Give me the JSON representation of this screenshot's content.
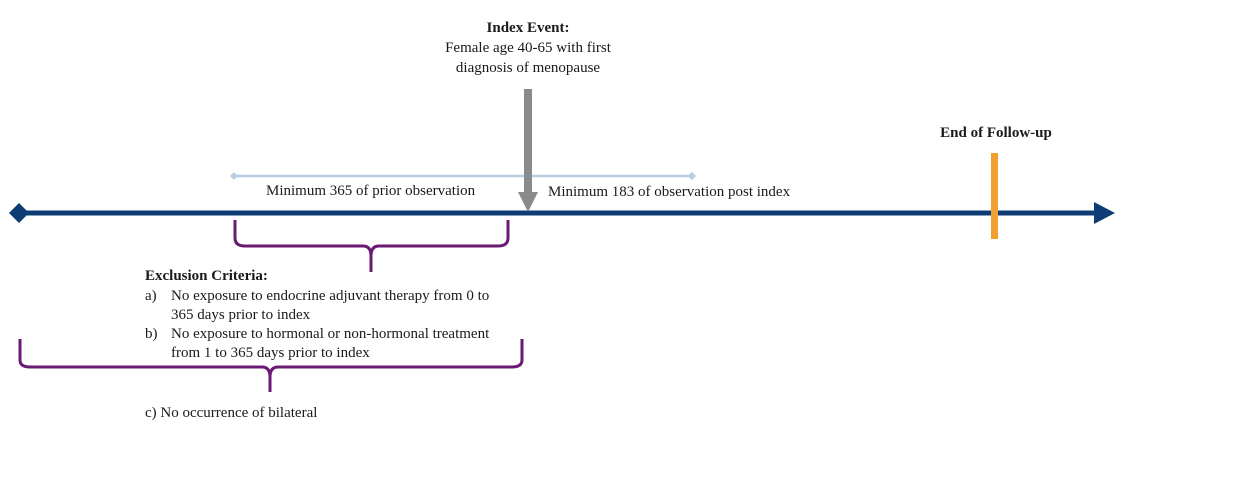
{
  "index_event": {
    "title": "Index Event:",
    "line1": "Female age 40-65 with first",
    "line2": "diagnosis of menopause"
  },
  "end_of_followup": {
    "label": "End of Follow-up"
  },
  "observation": {
    "prior_label": "Minimum 365 of prior observation",
    "post_label": "Minimum 183 of observation post index"
  },
  "exclusion": {
    "title": "Exclusion Criteria:",
    "items": [
      {
        "letter": "a)",
        "line1": "No exposure to endocrine adjuvant therapy from 0 to",
        "line2": "365 days prior to index"
      },
      {
        "letter": "b)",
        "line1": "No exposure to hormonal or non-hormonal treatment",
        "line2": "from 1 to 365 days prior to index"
      }
    ],
    "item_c": "c) No occurrence of bilateral"
  },
  "colors": {
    "timeline": "#0d3d74",
    "index_arrow": "#8a8a8a",
    "observation_bar": "#b8cce4",
    "bracket": "#6b1a73",
    "end_marker": "#f0a030"
  }
}
